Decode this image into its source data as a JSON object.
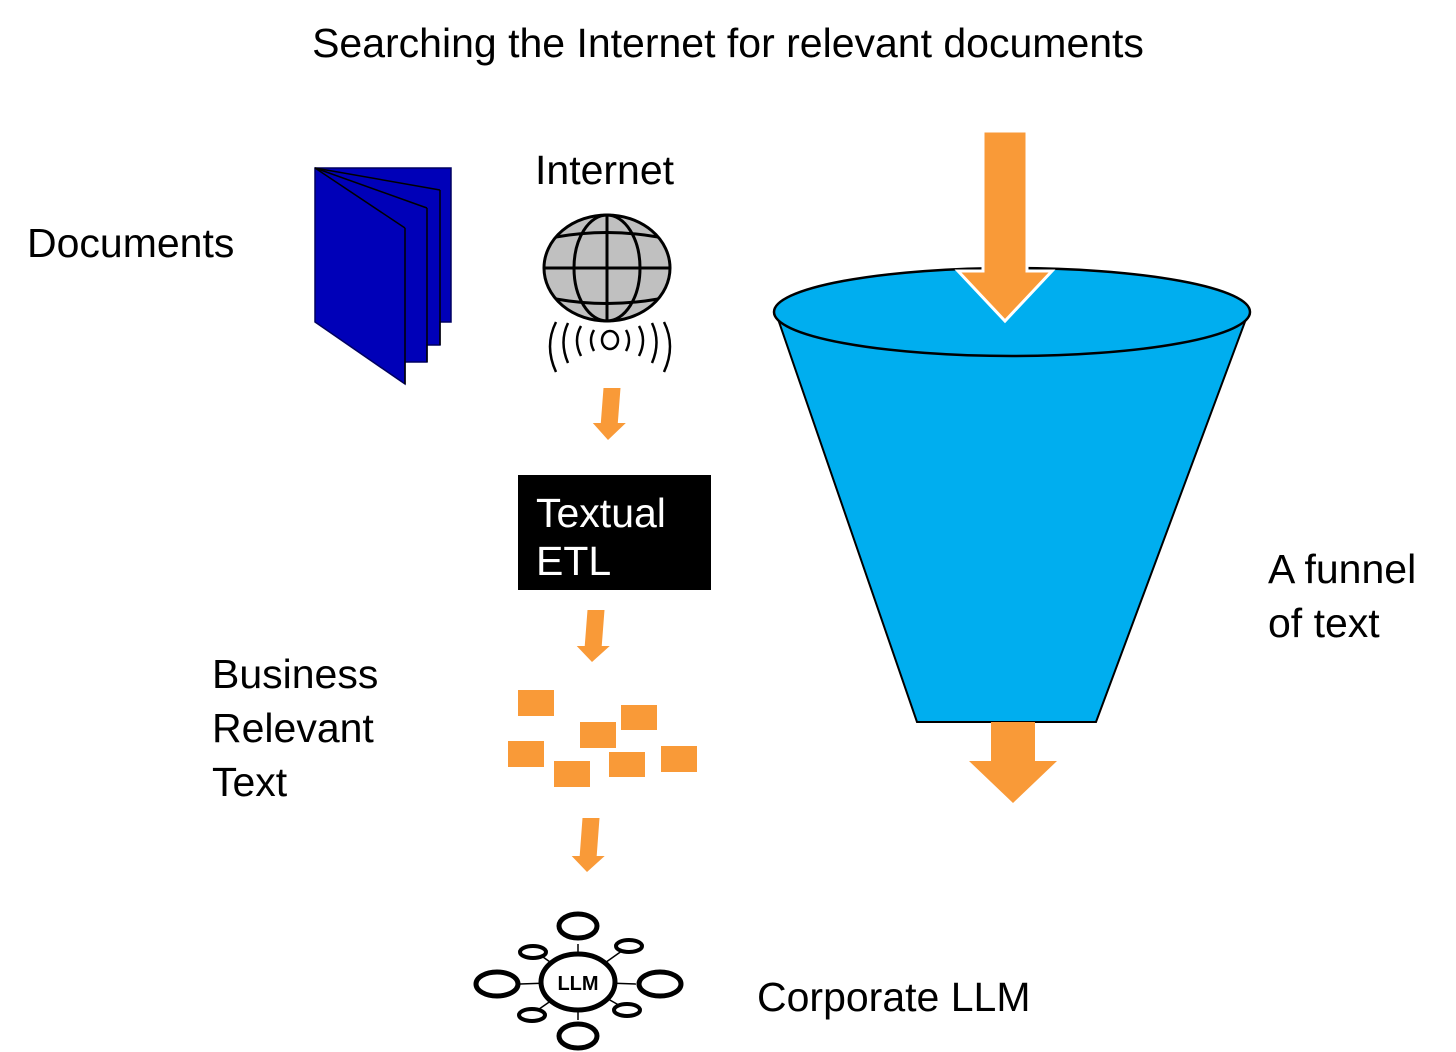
{
  "title": "Searching the Internet for relevant documents",
  "labels": {
    "documents": "Documents",
    "internet": "Internet",
    "textual_etl": [
      "Textual",
      "ETL"
    ],
    "business_relevant_text": [
      "Business",
      "Relevant",
      "Text"
    ],
    "corporate_llm": "Corporate LLM",
    "llm_node": "LLM",
    "funnel": [
      "A funnel",
      "of text"
    ]
  },
  "colors": {
    "arrow": "#F99A38",
    "funnel": "#00AEEF",
    "book": "#0000B8",
    "globe": "#C0C0C0",
    "etl_box": "#000000"
  },
  "icons": [
    "book-icon",
    "globe-icon",
    "funnel-icon",
    "llm-network-icon"
  ]
}
